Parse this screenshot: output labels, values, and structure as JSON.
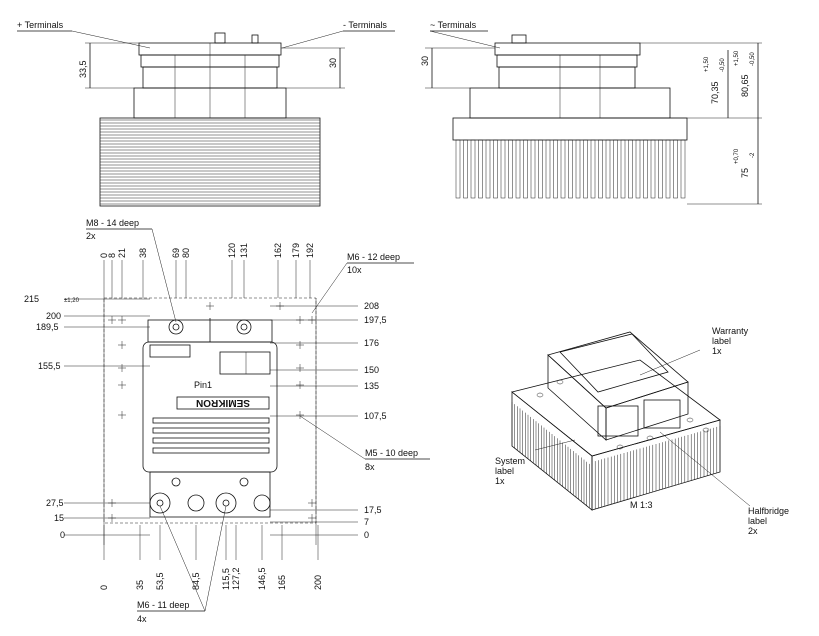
{
  "top_left": {
    "callout": "+ Terminals",
    "dim": "33,5"
  },
  "top_middle": {
    "callout": "- Terminals",
    "dim": "30"
  },
  "top_right": {
    "callout": "~ Terminals",
    "dim_left": "30",
    "dim_a": "70,35",
    "dim_a_tol_hi": "+1,50",
    "dim_a_tol_lo": "-0,50",
    "dim_b": "80,65",
    "dim_b_tol_hi": "+1,50",
    "dim_b_tol_lo": "-0,50",
    "dim_c": "75",
    "dim_c_tol_hi": "+0,70",
    "dim_c_tol_lo": "-2"
  },
  "plan": {
    "callout_m8": "M8 - 14 deep",
    "callout_m8_qty": "2x",
    "callout_m6_12": "M6 - 12 deep",
    "callout_m6_12_qty": "10x",
    "callout_m5": "M5 - 10 deep",
    "callout_m5_qty": "8x",
    "callout_m6_11": "M6 - 11 deep",
    "callout_m6_11_qty": "4x",
    "pin_label": "Pin1",
    "brand_text": "SEMIKRON",
    "top_dims": [
      "0",
      "8",
      "21",
      "38",
      "69",
      "80",
      "120",
      "131",
      "162",
      "179",
      "192"
    ],
    "left_dims": [
      "215",
      "200",
      "189,5",
      "155,5",
      "27,5",
      "15",
      "0"
    ],
    "left_dim_tol": "±1,20",
    "right_dims": [
      "208",
      "197,5",
      "176",
      "150",
      "135",
      "107,5",
      "17,5",
      "7",
      "0"
    ],
    "bottom_dims": [
      "0",
      "35",
      "53,5",
      "84,5",
      "115,5",
      "127,2",
      "146,5",
      "165",
      "200"
    ]
  },
  "iso": {
    "warranty_label": "Warranty\nlabel\n1x",
    "system_label": "System\nlabel\n1x",
    "halfbridge_label": "Halfbridge\nlabel\n2x",
    "scale": "M 1:3"
  }
}
